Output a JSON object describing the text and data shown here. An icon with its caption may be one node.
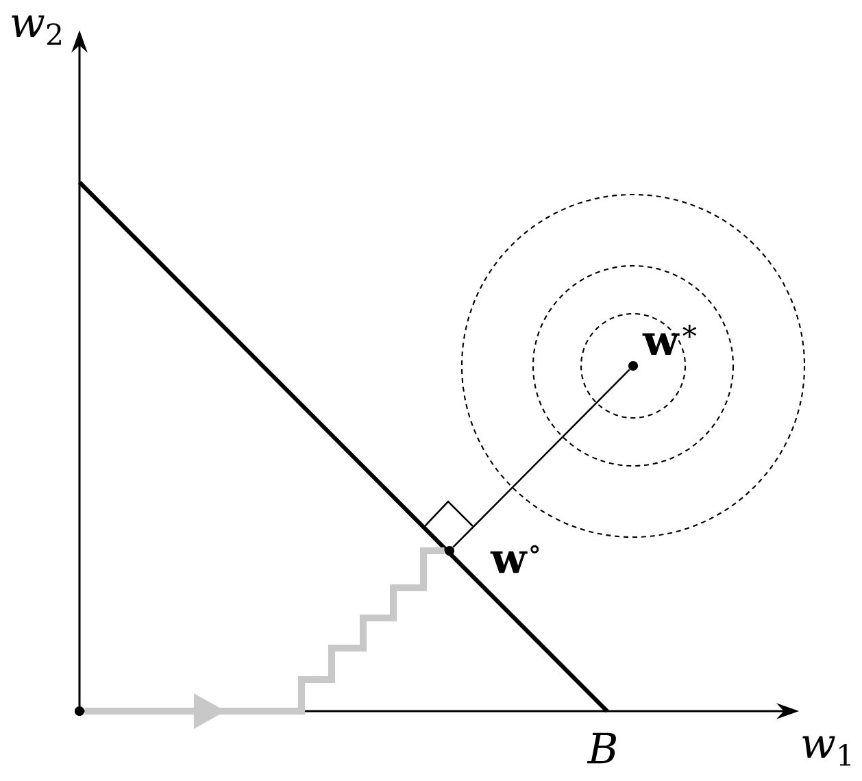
{
  "diagram": {
    "nodes": [
      {
        "text": [],
        "shape": "circle"
      },
      {
        "text": [],
        "shape": "circle"
      },
      {
        "text": [],
        "shape": "circle"
      }
    ],
    "edges": [
      {
        "from": 0,
        "to": 1,
        "arrow": "to",
        "style": "thick",
        "color": "#c8c8c8"
      },
      {
        "from": 1,
        "to": 2,
        "arrow": "none",
        "color": "#000000"
      }
    ],
    "labels": [
      "*w*$_{2}$",
      "**w**$^{∗}$",
      "**w**$^{∘}$",
      "B",
      "*w*$_{1}$"
    ]
  }
}
